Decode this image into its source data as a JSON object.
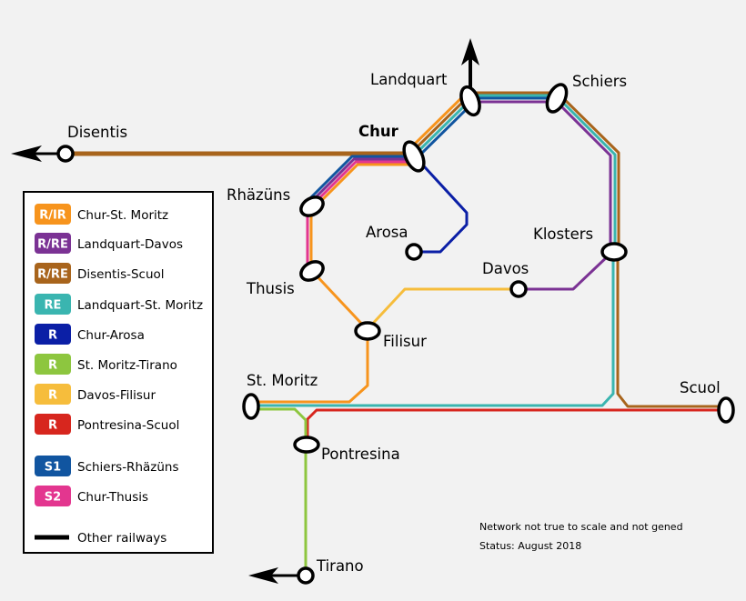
{
  "colors": {
    "background": "#f2f2f2",
    "chur_st_moritz": "#f7941d",
    "landquart_davos": "#7b3294",
    "disentis_scuol": "#a8641c",
    "landquart_st_moritz": "#3ab5b0",
    "chur_arosa": "#0b1fa6",
    "st_moritz_tirano": "#8dc63f",
    "davos_filisur": "#f6bd3c",
    "pontresina_scuol": "#d7261e",
    "schiers_rhazuns": "#1155a0",
    "chur_thusis": "#e3368f",
    "other_railways": "#000000"
  },
  "stations": {
    "disentis": "Disentis",
    "landquart": "Landquart",
    "schiers": "Schiers",
    "chur": "Chur",
    "rhazuns": "Rhäzüns",
    "arosa": "Arosa",
    "klosters": "Klosters",
    "davos": "Davos",
    "thusis": "Thusis",
    "filisur": "Filisur",
    "st_moritz": "St. Moritz",
    "scuol": "Scuol",
    "pontresina": "Pontresina",
    "tirano": "Tirano"
  },
  "legend": [
    {
      "badge": "R/IR",
      "label": "Chur-St. Moritz",
      "color": "#f7941d"
    },
    {
      "badge": "R/RE",
      "label": "Landquart-Davos",
      "color": "#7b3294"
    },
    {
      "badge": "R/RE",
      "label": "Disentis-Scuol",
      "color": "#a8641c"
    },
    {
      "badge": "RE",
      "label": "Landquart-St. Moritz",
      "color": "#3ab5b0"
    },
    {
      "badge": "R",
      "label": "Chur-Arosa",
      "color": "#0b1fa6"
    },
    {
      "badge": "R",
      "label": "St. Moritz-Tirano",
      "color": "#8dc63f"
    },
    {
      "badge": "R",
      "label": "Davos-Filisur",
      "color": "#f6bd3c"
    },
    {
      "badge": "R",
      "label": "Pontresina-Scuol",
      "color": "#d7261e"
    },
    {
      "badge": "S1",
      "label": "Schiers-Rhäzüns",
      "color": "#1155a0"
    },
    {
      "badge": "S2",
      "label": "Chur-Thusis",
      "color": "#e3368f"
    }
  ],
  "other_railways_label": "Other railways",
  "notes": {
    "scale": "Network not true to scale and not gened",
    "status": "Status: August 2018"
  }
}
